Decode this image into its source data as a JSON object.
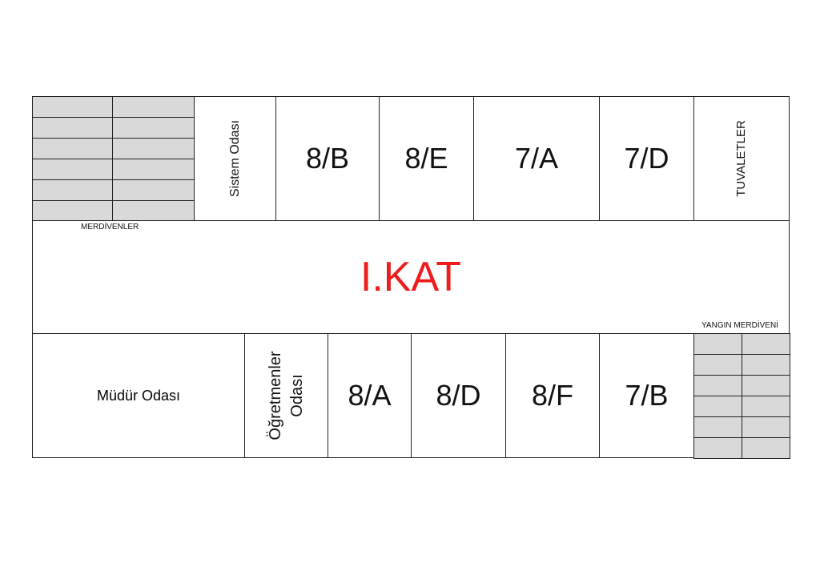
{
  "floor_title": "I.KAT",
  "colors": {
    "title": "#ee1c1c",
    "stairs": "#d9d9d9"
  },
  "top_row": {
    "system_room": "Sistem Odası",
    "classes": [
      "8/B",
      "8/E",
      "7/A",
      "7/D"
    ],
    "toilets": "TUVALETLER"
  },
  "bottom_row": {
    "principal_room": "Müdür Odası",
    "teachers_room_line1": "Öğretmenler",
    "teachers_room_line2": "Odası",
    "classes": [
      "8/A",
      "8/D",
      "8/F",
      "7/B"
    ]
  },
  "labels": {
    "stairs": "MERDİVENLER",
    "fire_escape": "YANGIN MERDİVENİ"
  }
}
